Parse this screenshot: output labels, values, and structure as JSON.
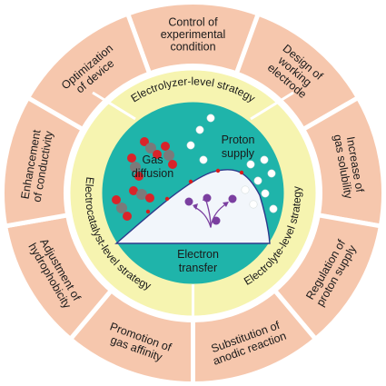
{
  "colors": {
    "outer_segment": "#f6c7ad",
    "outer_border": "#ffffff",
    "middle_ring": "#f6f4b0",
    "center_disk": "#1fb4aa",
    "curve_fill": "#f2f6fb",
    "curve_stroke": "#2d3a8c",
    "dot_red": "#d91c1c",
    "molecule_red": "#d9242a",
    "molecule_gray": "#7a7a7a",
    "proton_white": "#ffffff",
    "electron_purple": "#7b3fa0"
  },
  "outer_ring": {
    "segments": [
      "Control of\nexperimental\ncondition",
      "Design of\nworking\nelectrode",
      "Increase of\ngas solubility",
      "Regulation of\nproton supply",
      "Substitution of\nanodic reaction",
      "Promotion of\ngas affinity",
      "Adjustment of\nhydrophobicity",
      "Enhancement\nof conductivity",
      "Optimization\nof device"
    ]
  },
  "middle_ring": {
    "top_label": "Electrolyzer-level strategy",
    "left_label": "Electrocatalyst-level strategy",
    "right_label": "Electrolyte-level strategy"
  },
  "center": {
    "gas_label": "Gas\ndiffusion",
    "proton_label": "Proton\nsupply",
    "electron_label": "Electron\ntransfer"
  }
}
